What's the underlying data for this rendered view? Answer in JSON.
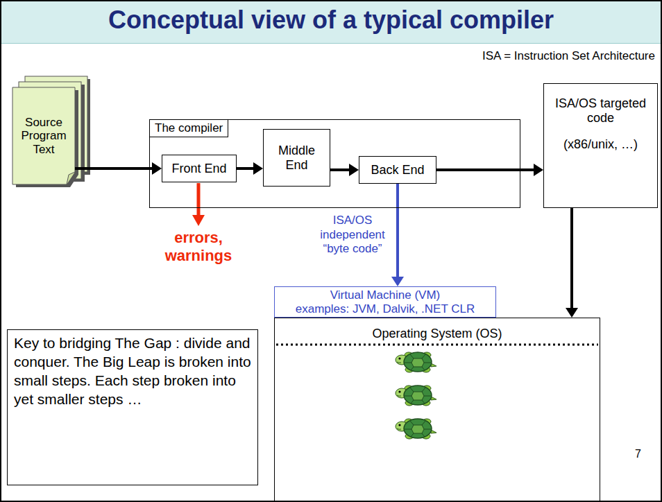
{
  "diagram": {
    "title": "Conceptual view of a typical compiler",
    "nodes": [
      {
        "text": [
          "Source Program Text"
        ]
      },
      {
        "text": [
          "The compiler"
        ]
      },
      {
        "text": [
          "Front End"
        ],
        "in": 1
      },
      {
        "text": [
          "Middle End"
        ],
        "in": 1
      },
      {
        "text": [
          "Back End"
        ],
        "in": 1
      },
      {
        "text": [
          "ISA/OS targeted code",
          "(x86/unix, …)"
        ]
      },
      {
        "text": [
          "Virtual Machine (VM)",
          "examples: JVM, Dalvik, .NET CLR"
        ]
      },
      {
        "text": [
          "Operating System (OS)"
        ]
      },
      {
        "text": [
          "Key to bridging The Gap : divide and conquer. The Big Leap is broken into small steps. Each step broken into yet smaller steps …"
        ]
      }
    ],
    "edges": [
      {
        "from": 0,
        "to": 2,
        "arrow": "to"
      },
      {
        "from": 2,
        "to": 3,
        "arrow": "to"
      },
      {
        "from": 3,
        "to": 4,
        "arrow": "to"
      },
      {
        "from": 4,
        "to": 5,
        "arrow": "to"
      },
      {
        "from": 4,
        "to": 6,
        "label": "ISA/OS independent “byte code”",
        "arrow": "to"
      },
      {
        "from": 5,
        "to": 7,
        "arrow": "to"
      }
    ],
    "labels": [
      "ISA = Instruction Set Architecture",
      "errors, warnings",
      "7"
    ]
  }
}
